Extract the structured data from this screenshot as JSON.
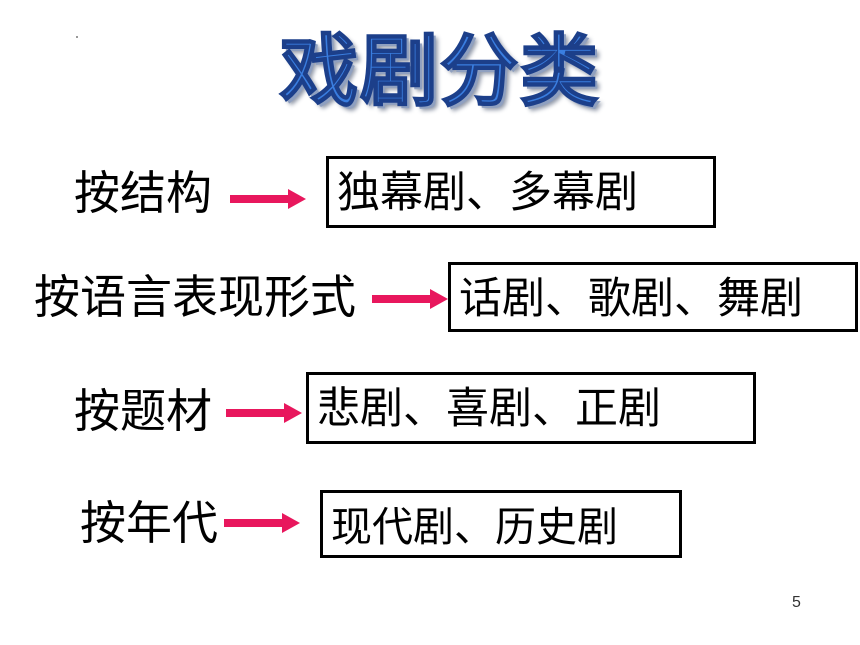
{
  "title": "戏剧分类",
  "page_number": "5",
  "arrow_color": "#e8175d",
  "rows": [
    {
      "category": "按结构",
      "values": "独幕剧、多幕剧"
    },
    {
      "category": "按语言表现形式",
      "values": "话剧、歌剧、舞剧"
    },
    {
      "category": "按题材",
      "values": "悲剧、喜剧、正剧"
    },
    {
      "category": "按年代",
      "values": "现代剧、历史剧"
    }
  ]
}
